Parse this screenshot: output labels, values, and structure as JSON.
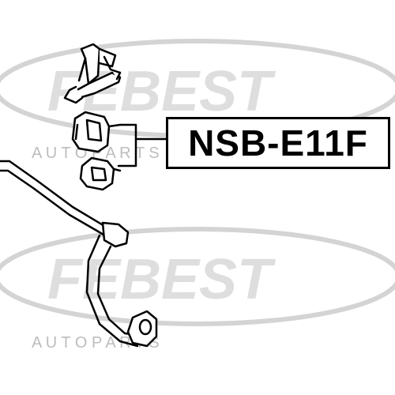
{
  "part_number": "NSB-E11F",
  "watermark": {
    "brand": "FEBEST",
    "subtitle": "A U T O   P A R T S",
    "color": "#d9d9d9"
  },
  "colors": {
    "line": "#000000",
    "part_fill": "#ffffff"
  },
  "icons": [
    "bracket-icon",
    "bushing-icon",
    "bushing-icon",
    "stabilizer-bar-icon"
  ]
}
